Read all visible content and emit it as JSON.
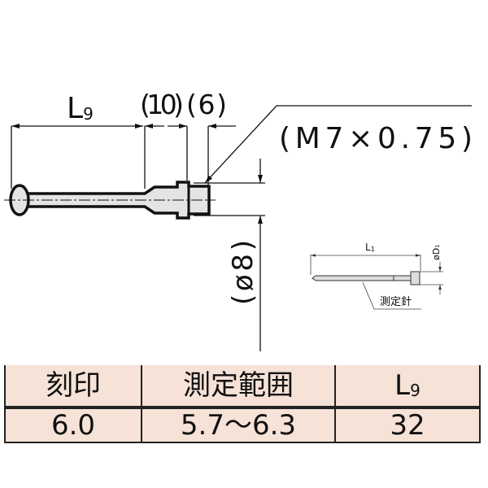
{
  "drawing": {
    "dim_l9": "L",
    "dim_l9_sub": "9",
    "dim_10": "(10)",
    "dim_6": "(6)",
    "thread_label": "(M7×0.75)",
    "diameter_label": "(ø8)"
  },
  "inset": {
    "dim_l1": "L",
    "dim_l1_sub": "1",
    "dim_d1": "øD",
    "dim_d1_sub": "1",
    "part_label": "測定針"
  },
  "table": {
    "headers": [
      "刻印",
      "測定範囲",
      "L",
      "9"
    ],
    "rows": [
      [
        "6.0",
        "5.7～6.3",
        "32"
      ]
    ]
  }
}
